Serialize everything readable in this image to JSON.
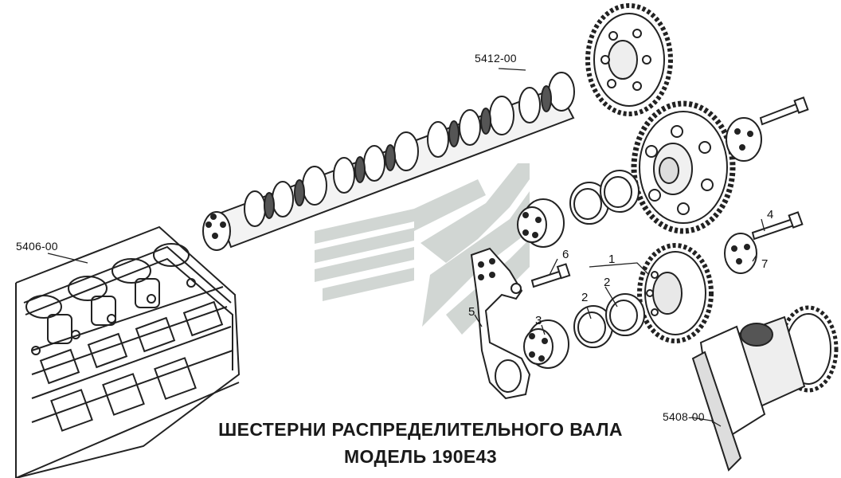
{
  "caption": {
    "line1": "ШЕСТЕРНИ РАСПРЕДЕЛИТЕЛЬНОГО ВАЛА",
    "line2": "МОДЕЛЬ 190Е43"
  },
  "assembly_refs": {
    "camshaft": "5412-00",
    "cylinder_block": "5406-00",
    "crankshaft": "5408-00"
  },
  "callouts": {
    "n1": "1",
    "n2a": "2",
    "n2b": "2",
    "n3": "3",
    "n4": "4",
    "n5": "5",
    "n6": "6",
    "n7": "7"
  },
  "colors": {
    "line": "#222222",
    "watermark": "#c9cfcc",
    "background": "#ffffff"
  }
}
